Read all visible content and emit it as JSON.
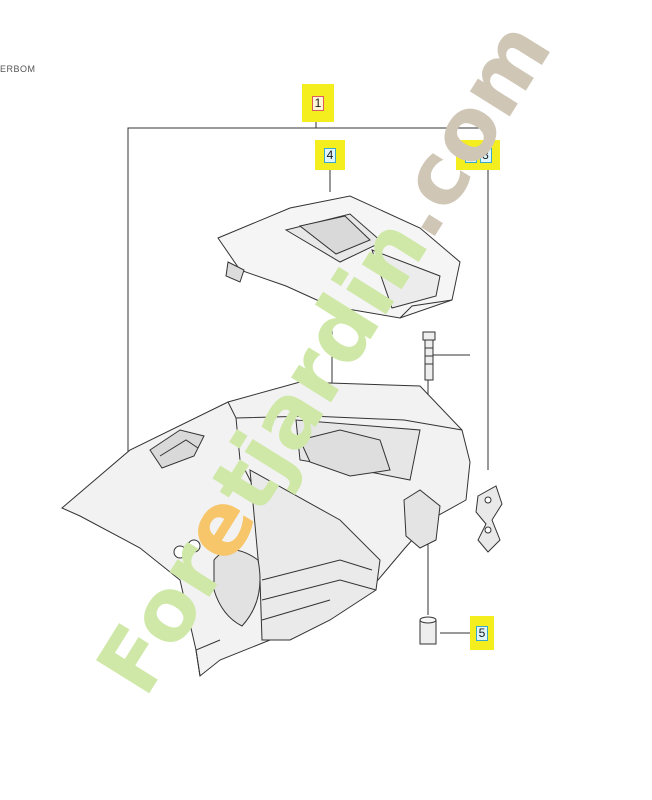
{
  "corner_label": "ERBOM",
  "callouts": [
    {
      "id": "1",
      "labels": [
        "1"
      ],
      "style": "red"
    },
    {
      "id": "4",
      "labels": [
        "4"
      ],
      "style": "cyan"
    },
    {
      "id": "23",
      "labels": [
        "2",
        "3"
      ],
      "style": "cyan"
    },
    {
      "id": "5",
      "labels": [
        "5"
      ],
      "style": "cyan"
    }
  ],
  "watermark": {
    "text_green_1": "For",
    "text_orange": "e",
    "text_green_2": "tjardin",
    "text_gray": ".com",
    "colors": {
      "green": "#cfe8a8",
      "orange": "#f7c66a",
      "gray": "#cfc6b6"
    }
  },
  "colors": {
    "line": "#333333",
    "callout_bg": "#f5ee1e",
    "part_fill": "#f4f4f4"
  }
}
